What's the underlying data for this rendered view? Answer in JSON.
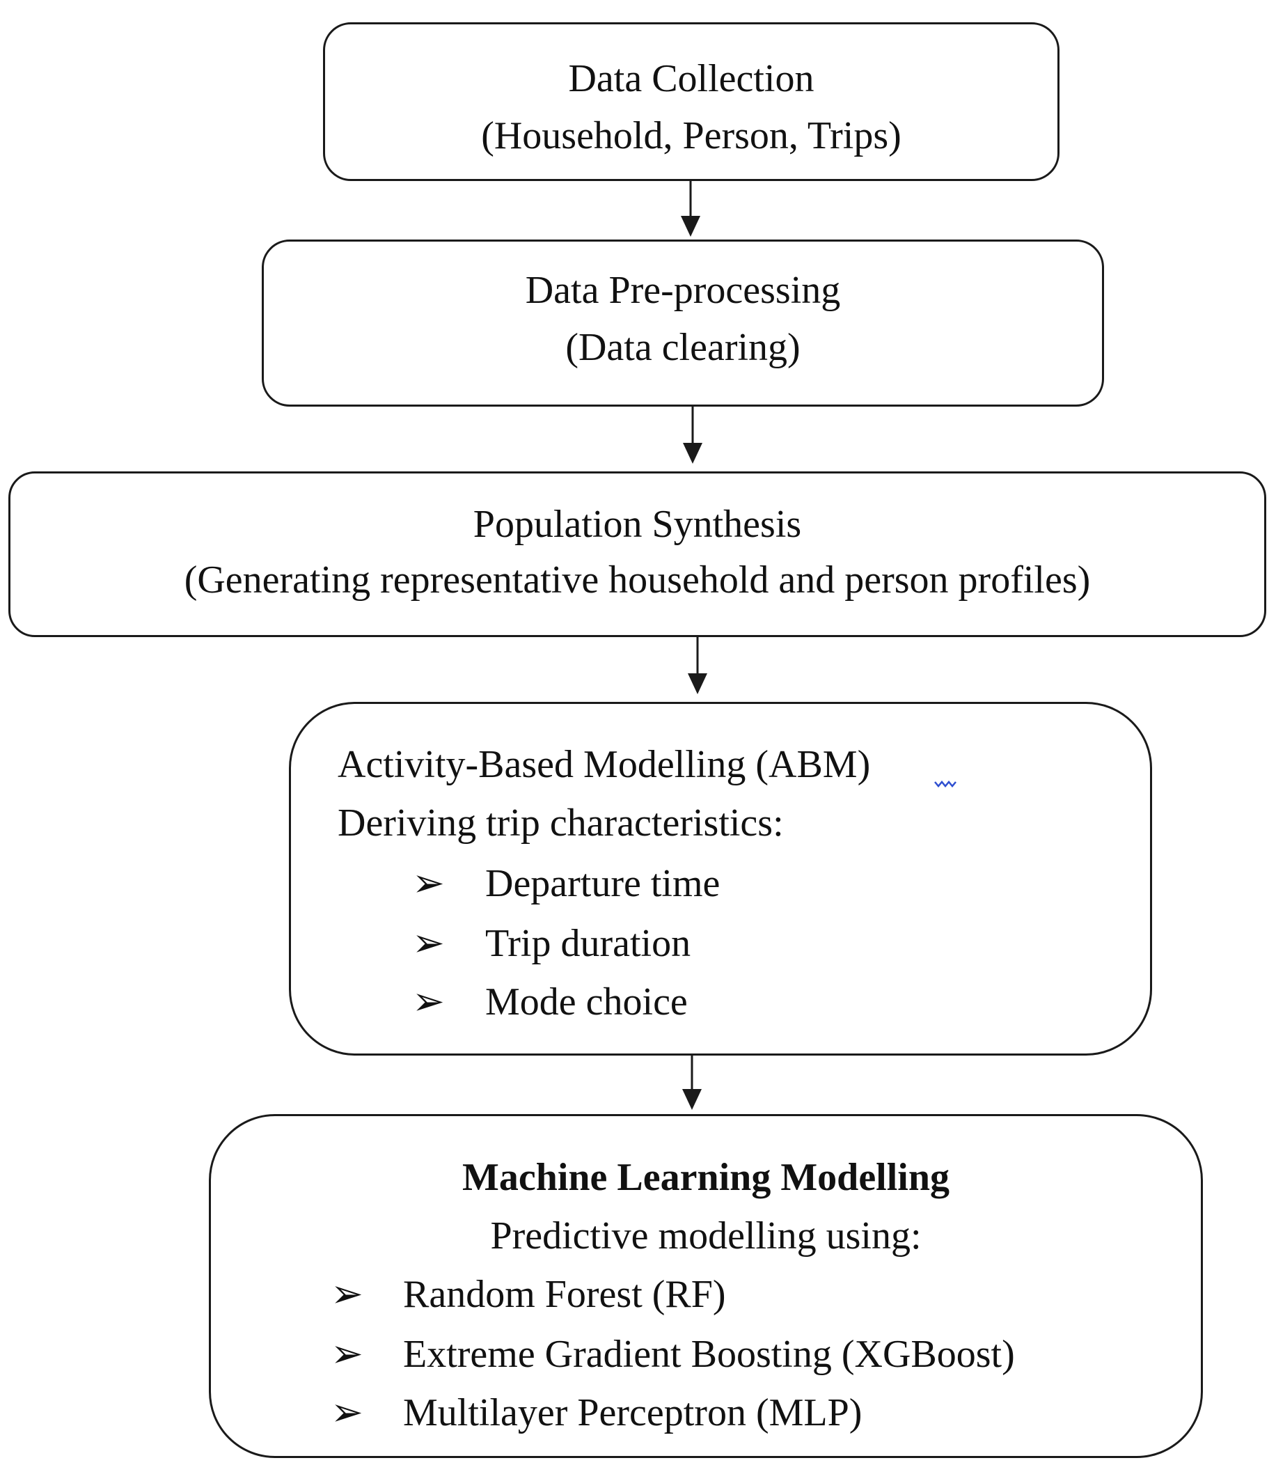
{
  "boxes": {
    "collection": {
      "title": "Data Collection",
      "subtitle": "(Household, Person, Trips)"
    },
    "preprocessing": {
      "title": "Data Pre-processing",
      "subtitle": "(Data clearing)"
    },
    "synthesis": {
      "title": "Population Synthesis",
      "subtitle": "(Generating representative household and person profiles)"
    },
    "abm": {
      "title": "Activity-Based Modelling (ABM)",
      "subtitle": "Deriving trip characteristics:",
      "items": [
        "Departure time",
        "Trip duration",
        "Mode choice"
      ]
    },
    "ml": {
      "title": "Machine Learning Modelling",
      "subtitle": "Predictive modelling using:",
      "items": [
        "Random Forest (RF)",
        "Extreme Gradient Boosting (XGBoost)",
        "Multilayer Perceptron (MLP)"
      ]
    }
  },
  "bullet_glyph": "➢",
  "colors": {
    "stroke": "#1a1a1a",
    "text": "#111111",
    "spellcheck": "#2f4fd0"
  }
}
